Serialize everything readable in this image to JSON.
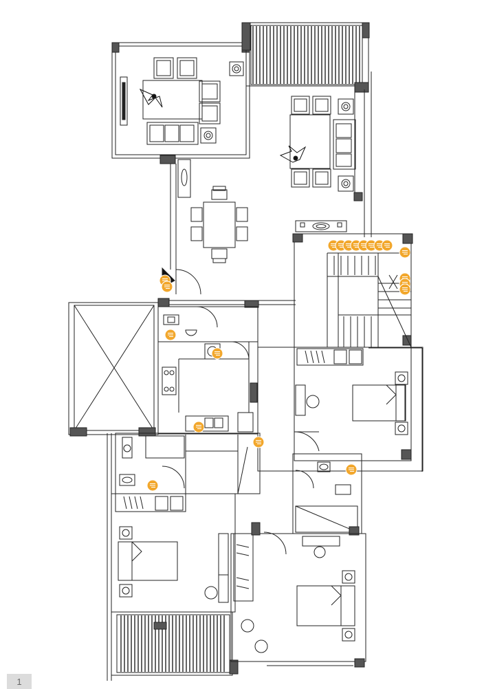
{
  "viewer": {
    "page_number": "1",
    "accent_color": "#f2a72c"
  },
  "plan": {
    "markers": [
      {
        "id": "m1",
        "icon": "comment-pin-icon"
      },
      {
        "id": "m2",
        "icon": "comment-pin-icon"
      },
      {
        "id": "m3",
        "icon": "comment-pin-icon"
      },
      {
        "id": "m4",
        "icon": "comment-pin-icon"
      },
      {
        "id": "m5",
        "icon": "comment-pin-icon"
      },
      {
        "id": "m6",
        "icon": "comment-pin-icon"
      },
      {
        "id": "m7",
        "icon": "comment-pin-icon"
      },
      {
        "id": "m8",
        "icon": "comment-pin-icon"
      },
      {
        "id": "m9",
        "icon": "comment-pin-icon"
      },
      {
        "id": "m10",
        "icon": "comment-pin-icon"
      },
      {
        "id": "m11",
        "icon": "comment-pin-icon"
      },
      {
        "id": "m12",
        "icon": "comment-pin-icon"
      },
      {
        "id": "m13",
        "icon": "comment-pin-icon"
      },
      {
        "id": "m14",
        "icon": "comment-pin-icon"
      },
      {
        "id": "m15",
        "icon": "comment-pin-icon"
      },
      {
        "id": "m16",
        "icon": "comment-pin-icon"
      },
      {
        "id": "m17",
        "icon": "comment-pin-icon"
      },
      {
        "id": "m18",
        "icon": "comment-pin-icon"
      },
      {
        "id": "m19",
        "icon": "comment-pin-icon"
      },
      {
        "id": "m20",
        "icon": "comment-pin-icon"
      }
    ]
  }
}
